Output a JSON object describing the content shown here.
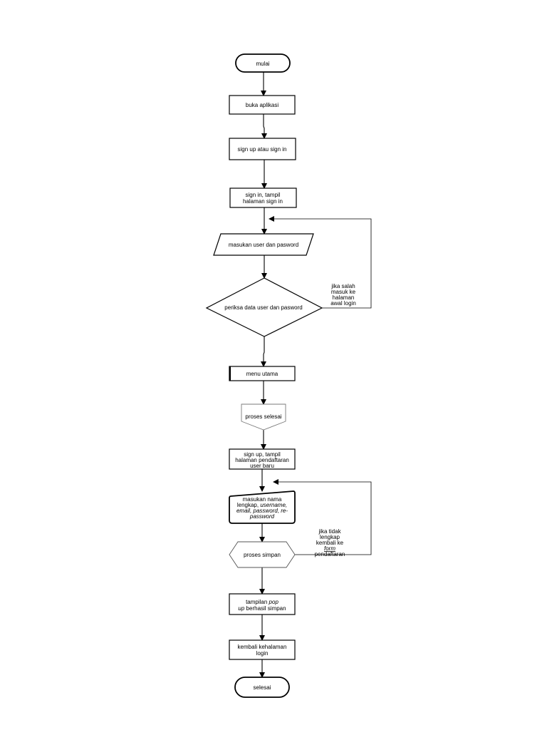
{
  "nodes": {
    "start": "mulai",
    "open_app": "buka aplikasi",
    "choice": "sign up atau sign in",
    "signin_page": [
      "sign in, tampil",
      "halaman sign in"
    ],
    "input_login": "masukan user dan pasword",
    "check_login": "periksa data user dan pasword",
    "main_menu": "menu utama",
    "process_done": "proses selesai",
    "signup_page": [
      "sign up, tampil",
      "halaman pendaftaran",
      "user baru"
    ],
    "input_signup": {
      "line1": "masukan nama",
      "line2_plain": "lengkap, ",
      "line2_italic": "username,",
      "line3_italic_a": "email, password",
      "line3_plain": ", ",
      "line3_italic_b": "re-",
      "line4_italic": "password"
    },
    "save_process": "proses simpan",
    "popup": {
      "line1_plain": "tampilan ",
      "line1_italic": "pop",
      "line2_italic": "up",
      "line2_plain": " berhasil simpan"
    },
    "back_login": [
      "kembali kehalaman",
      "login"
    ],
    "end": "selesai"
  },
  "annotations": {
    "wrong_login": [
      "jika salah",
      "masuk ke",
      "halaman",
      "awal login"
    ],
    "incomplete": {
      "line1": "jika tidak",
      "line2": "lengkap",
      "line3": "kembali ke",
      "line4_italic_underline": "form",
      "line5": "pendaftaran"
    }
  }
}
